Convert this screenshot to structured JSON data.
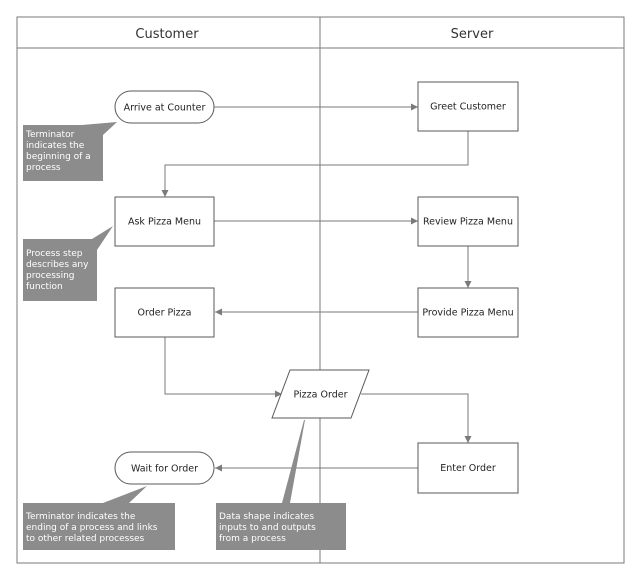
{
  "lanes": {
    "customer": "Customer",
    "server": "Server"
  },
  "nodes": {
    "arrive": "Arrive at Counter",
    "greet": "Greet Customer",
    "ask_menu": "Ask Pizza Menu",
    "review_menu": "Review Pizza Menu",
    "order_pizza": "Order Pizza",
    "provide_menu": "Provide Pizza Menu",
    "pizza_order": "Pizza Order",
    "wait_order": "Wait for Order",
    "enter_order": "Enter Order"
  },
  "notes": {
    "terminator_start": [
      "Terminator",
      "indicates the",
      "beginning of a",
      "process"
    ],
    "process_step": [
      "Process step",
      "describes any",
      "processing",
      "function"
    ],
    "terminator_end": [
      "Terminator  indicates the",
      "ending of a process and links",
      "to other related processes"
    ],
    "data_shape": [
      "Data shape indicates",
      "inputs to and outputs",
      "from a process"
    ]
  },
  "colors": {
    "line": "#7a7a7a",
    "shape_stroke": "#5a5a5a",
    "callout": "#8c8c8c",
    "callout_text": "#ffffff"
  }
}
